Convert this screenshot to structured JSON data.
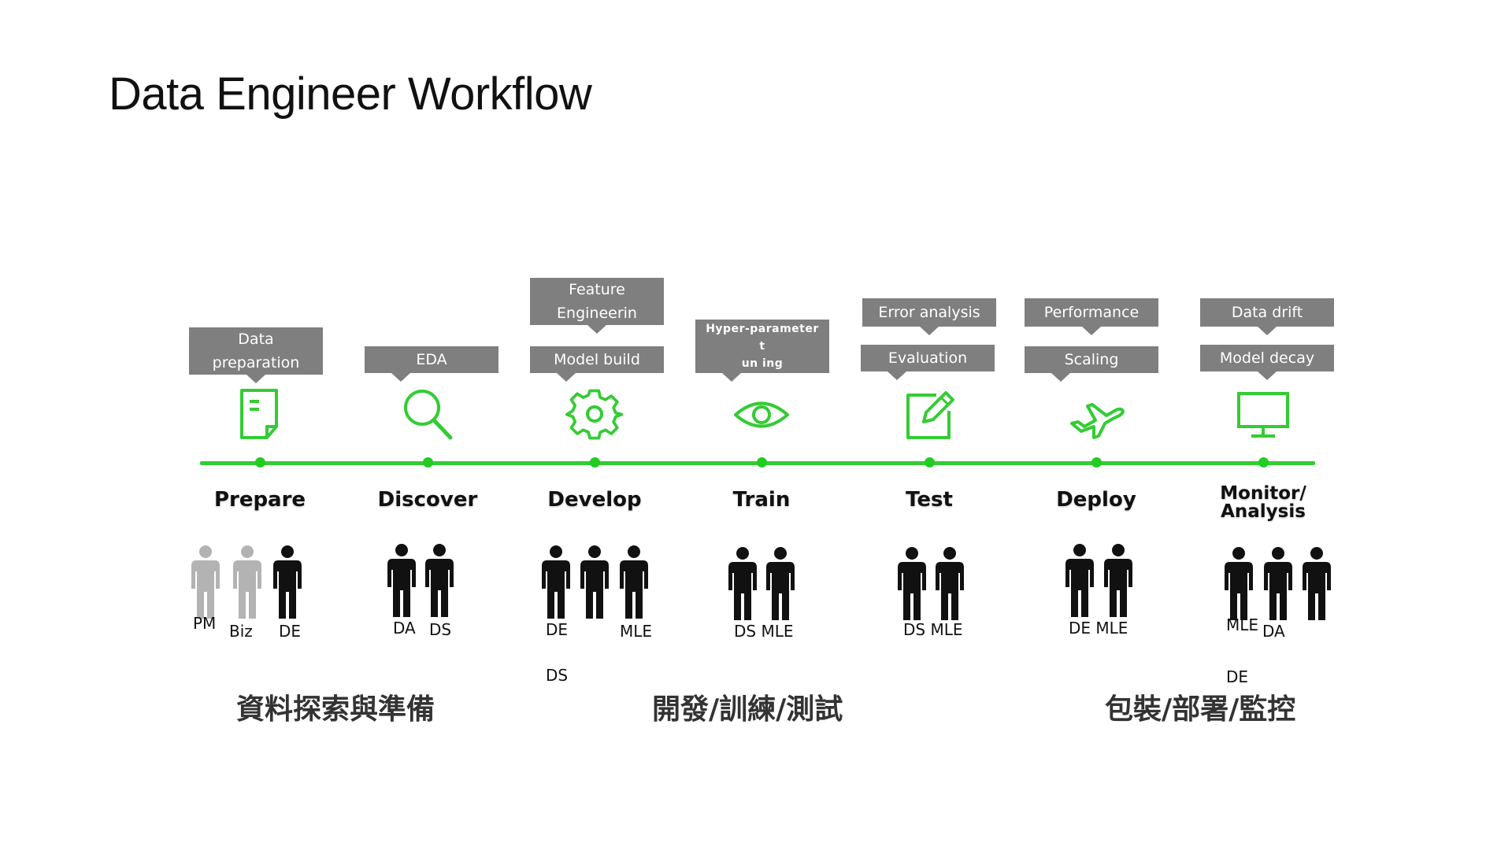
{
  "title": "Data Engineer Workflow",
  "colors": {
    "accent_green": "#33cc33",
    "callout_gray": "#7f7f7f",
    "person_black": "#111111",
    "person_gray": "#b3b3b3"
  },
  "callouts": {
    "data_preparation": "Data\npreparation",
    "eda": "EDA",
    "feature_engineering": "Feature\nEngineerin",
    "model_build": "Model build",
    "hyper_parameter_tuning": "Hyper-parameter t\nun ing",
    "error_analysis": "Error analysis",
    "evaluation": "Evaluation",
    "performance": "Performance",
    "scaling": "Scaling",
    "data_drift": "Data drift",
    "model_decay": "Model decay"
  },
  "stages": [
    {
      "label": "Prepare",
      "icon": "document-icon"
    },
    {
      "label": "Discover",
      "icon": "search-icon"
    },
    {
      "label": "Develop",
      "icon": "gear-icon"
    },
    {
      "label": "Train",
      "icon": "eye-icon"
    },
    {
      "label": "Test",
      "icon": "edit-icon"
    },
    {
      "label": "Deploy",
      "icon": "airplane-icon"
    },
    {
      "label": "Monitor/\nAnalysis",
      "icon": "monitor-icon"
    }
  ],
  "roles": {
    "prepare": [
      "PM",
      "Biz",
      "DE"
    ],
    "discover": [
      "DA",
      "DS"
    ],
    "develop": [
      "DE",
      "MLE",
      "DS"
    ],
    "train": "DS MLE",
    "test": "DS MLE",
    "deploy": "DE MLE",
    "monitor": [
      "MLE",
      "DA",
      "DE"
    ]
  },
  "phases": {
    "explore": "資料探索與準備",
    "develop": "開發/訓練/測試",
    "deploy": "包裝/部署/監控"
  }
}
